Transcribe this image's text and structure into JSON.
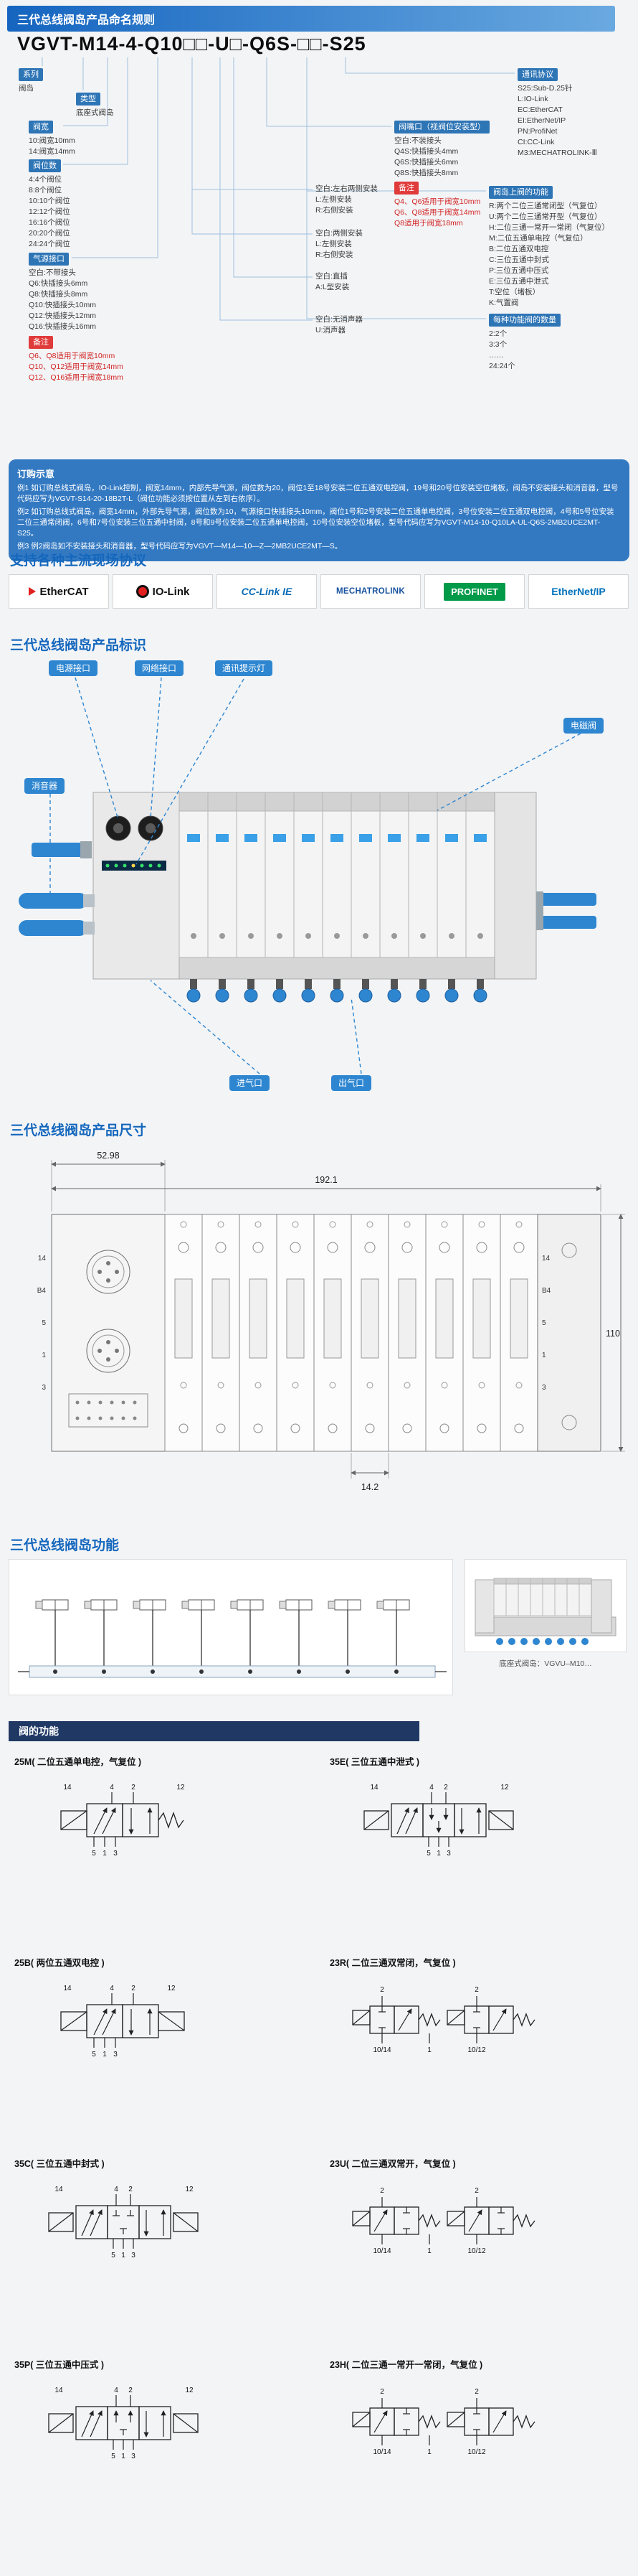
{
  "header": {
    "main_title": "三代总线阀岛产品命名规则"
  },
  "colors": {
    "accent": "#1467bd",
    "pill": "#2e86d1",
    "order_box": "#3379c2",
    "function_bar": "#203864",
    "note_red": "#d22424",
    "profinet_green": "#009a49"
  },
  "naming": {
    "part_number": "VGVT-M14-4-Q10□□-U□-Q6S-□□-S25",
    "series": {
      "label": "系列",
      "items": [
        "阀岛"
      ]
    },
    "type": {
      "label": "类型",
      "items": [
        "底座式阀岛"
      ]
    },
    "width": {
      "label": "阀宽",
      "items": [
        "10:阀宽10mm",
        "14:阀宽14mm"
      ]
    },
    "stations": {
      "label": "阀位数",
      "items": [
        "4:4个阀位",
        "8:8个阀位",
        "10:10个阀位",
        "12:12个阀位",
        "16:16个阀位",
        "20:20个阀位",
        "24:24个阀位"
      ]
    },
    "air": {
      "label": "气源接口",
      "items": [
        "空白:不带接头",
        "Q6:快插接头6mm",
        "Q8:快插接头8mm",
        "Q10:快插接头10mm",
        "Q12:快插接头12mm",
        "Q16:快插接头16mm"
      ]
    },
    "air_note": {
      "label": "备注",
      "items": [
        "Q6、Q8适用于阀宽10mm",
        "Q10、Q12适用于阀宽14mm",
        "Q12、Q16适用于阀宽18mm"
      ]
    },
    "protocol": {
      "label": "通讯协议",
      "items": [
        "S25:Sub-D.25针",
        "L:IO-Link",
        "EC:EtherCAT",
        "EI:EtherNet/IP",
        "PN:ProfiNet",
        "CI:CC-Link",
        "M3:MECHATROLINK-Ⅲ"
      ]
    },
    "functions": {
      "label": "阀岛上阀的功能",
      "items": [
        "R:两个二位三通常闭型（气复位）",
        "U:两个二位三通常开型（气复位）",
        "H:二位三通一常开一常闭（气复位）",
        "M:二位五通单电控（气复位）",
        "B:二位五通双电控",
        "C:三位五通中封式",
        "P:三位五通中压式",
        "E:三位五通中泄式",
        "T:空位（堵板）",
        "K:气置阀"
      ]
    },
    "qty": {
      "label": "每种功能阀的数量",
      "items": [
        "2:2个",
        "3:3个",
        "……",
        "24:24个"
      ]
    },
    "work_port": {
      "label": "阀嘴口（视阀位安装型）",
      "items": [
        "空白:不装接头",
        "Q4S:快插接头4mm",
        "Q6S:快插接头6mm",
        "Q8S:快插接头8mm"
      ]
    },
    "work_note": {
      "label": "备注",
      "items": [
        "Q4、Q6适用于阀宽10mm",
        "Q6、Q8适用于阀宽14mm",
        "Q8适用于阀宽18mm"
      ]
    },
    "exhaust_side": {
      "items": [
        "空白:左右两侧安装",
        "L:左侧安装",
        "R:右侧安装"
      ]
    },
    "supply_side": {
      "items": [
        "空白:两侧安装",
        "L:左侧安装",
        "R:右侧安装"
      ]
    },
    "plug": {
      "items": [
        "空白:直插",
        "A:L型安装"
      ]
    },
    "muffler": {
      "items": [
        "空白:无消声器",
        "U:消声器"
      ]
    }
  },
  "order": {
    "title": "订购示意",
    "lines": [
      "例1 如订购总线式阀岛，IO-Link控制，阀宽14mm，内部先导气源，阀位数为20，阀位1至18号安装二位五通双电控阀，19号和20号位安装空位堵板，阀岛不安装接头和消音器，型号代码应写为VGVT-S14-20-18B2T-L（阀位功能必须按位置从左到右依序）。",
      "例2 如订购总线式阀岛，阀宽14mm，外部先导气源，阀位数为10，气源接口快插接头10mm，阀位1号和2号安装二位五通单电控阀，3号位安装二位五通双电控阀，4号和5号位安装二位三通常闭阀，6号和7号位安装三位五通中封阀，8号和9号位安装二位五通单电控阀，10号位安装空位堵板，型号代码应写为VGVT-M14-10-Q10LA-UL-Q6S-2MB2UCE2MT-S25。",
      "例3 例2阀岛如不安装接头和消音器，型号代码应写为VGVT—M14—10—Z—2MB2UCE2MT—S。"
    ]
  },
  "protocols": {
    "title": "支持各种主流现场协议",
    "logos": [
      {
        "name": "EtherCAT"
      },
      {
        "name": "IO-Link"
      },
      {
        "name": "CC-Link IE"
      },
      {
        "name": "MECHATROLINK"
      },
      {
        "name": "PROFINET"
      },
      {
        "name": "EtherNet/IP"
      }
    ]
  },
  "labeling": {
    "title": "三代总线阀岛产品标识",
    "callouts": {
      "power": "电源接口",
      "network": "网络接口",
      "led": "通讯提示灯",
      "solenoid": "电磁阀",
      "muffler": "消音器",
      "inlet": "进气口",
      "outlet": "出气口"
    }
  },
  "dimensions": {
    "title": "三代总线阀岛产品尺寸",
    "width_left": "52.98",
    "width_total": "192.1",
    "height": "110",
    "pitch": "14.2",
    "left_ports": [
      "14",
      "B4",
      "5",
      "1",
      "3"
    ],
    "right_ports": [
      "14",
      "B4",
      "5",
      "1",
      "3"
    ]
  },
  "functions": {
    "title": "三代总线阀岛功能",
    "bar": "阀的功能",
    "caption": "底座式阀岛：VGVU–M10…",
    "items": [
      {
        "title": "25M( 二位五通单电控，气复位 )",
        "pl": "14",
        "pr": "12",
        "t1": "4",
        "t2": "2",
        "b1": "5",
        "b2": "1",
        "b3": "3"
      },
      {
        "title": "35E( 三位五通中泄式 )",
        "pl": "14",
        "pr": "12",
        "t1": "4",
        "t2": "2",
        "b1": "5",
        "b2": "1",
        "b3": "3"
      },
      {
        "title": "25B( 两位五通双电控 )",
        "pl": "14",
        "pr": "12",
        "t1": "4",
        "t2": "2",
        "b1": "5",
        "b2": "1",
        "b3": "3"
      },
      {
        "title": "23R( 二位三通双常闭，气复位 )",
        "t1": "2",
        "t2": "2",
        "b1": "10/14",
        "b2": "1",
        "b3": "10/12"
      },
      {
        "title": "35C( 三位五通中封式 )",
        "pl": "14",
        "pr": "12",
        "t1": "4",
        "t2": "2",
        "b1": "5",
        "b2": "1",
        "b3": "3"
      },
      {
        "title": "23U( 二位三通双常开，气复位 )",
        "t1": "2",
        "t2": "2",
        "b1": "10/14",
        "b2": "1",
        "b3": "10/12"
      },
      {
        "title": "35P( 三位五通中压式 )",
        "pl": "14",
        "pr": "12",
        "t1": "4",
        "t2": "2",
        "b1": "5",
        "b2": "1",
        "b3": "3"
      },
      {
        "title": "23H( 二位三通一常开一常闭，气复位 )",
        "t1": "2",
        "t2": "2",
        "b1": "10/14",
        "b2": "1",
        "b3": "10/12"
      }
    ]
  }
}
